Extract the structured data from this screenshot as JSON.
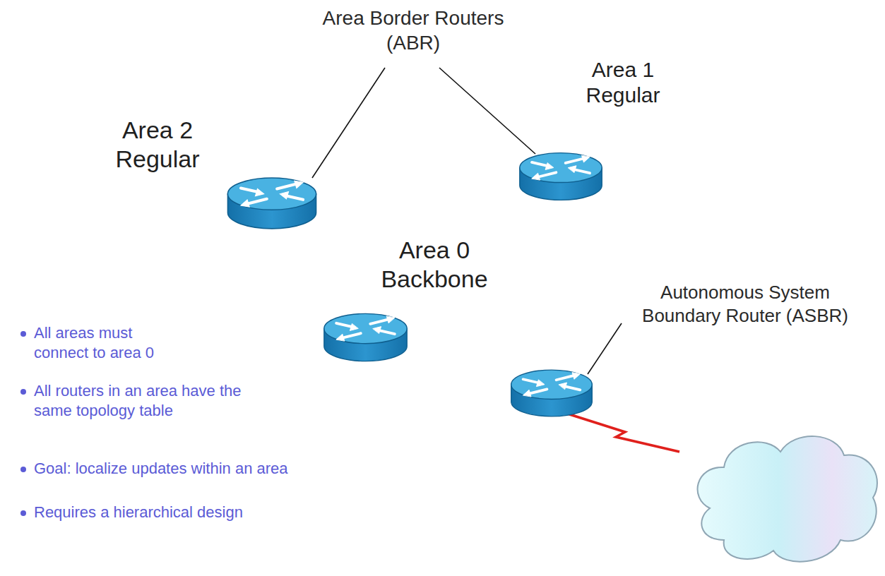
{
  "diagram": {
    "nodes": [
      {
        "text": [
          "Area 2 Regular"
        ]
      },
      {
        "text": [
          "Area 1 Regular"
        ]
      },
      {
        "text": [
          "Area 0 Backbone"
        ]
      }
    ],
    "labels": [
      "Area Border Routers (ABR)",
      "Autonomous System Boundary Router (ASBR)",
      "All areas must connect to area 0",
      "All routers in an area have the same topology table",
      "Goal: localize updates within an area",
      "Requires a hierarchical design"
    ]
  }
}
